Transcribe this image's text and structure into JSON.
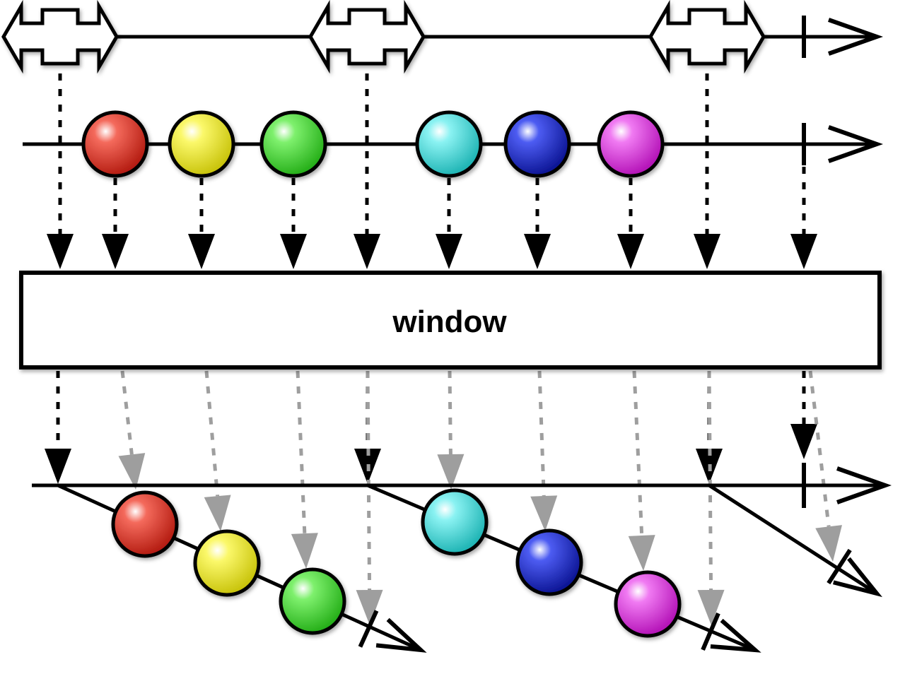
{
  "operator": {
    "label": "window"
  },
  "colors": {
    "line": "#000000",
    "passthrough_arrow": "#9e9e9e",
    "boundary_fill": "#ffffff",
    "red": "#e8382a",
    "yellow": "#f5f22e",
    "green": "#4ee63c",
    "cyan": "#4fe6e6",
    "blue": "#1f2fe0",
    "magenta": "#e43ee6"
  },
  "boundary_stream": {
    "markers": [
      "boundary",
      "boundary",
      "boundary"
    ],
    "completed": true
  },
  "source_stream": {
    "items": [
      "red",
      "yellow",
      "green",
      "cyan",
      "blue",
      "magenta"
    ],
    "completed": true
  },
  "output_windows": [
    {
      "items": [
        "red",
        "yellow",
        "green"
      ],
      "completed": true
    },
    {
      "items": [
        "cyan",
        "blue",
        "magenta"
      ],
      "completed": true
    },
    {
      "items": [],
      "completed": true
    }
  ]
}
